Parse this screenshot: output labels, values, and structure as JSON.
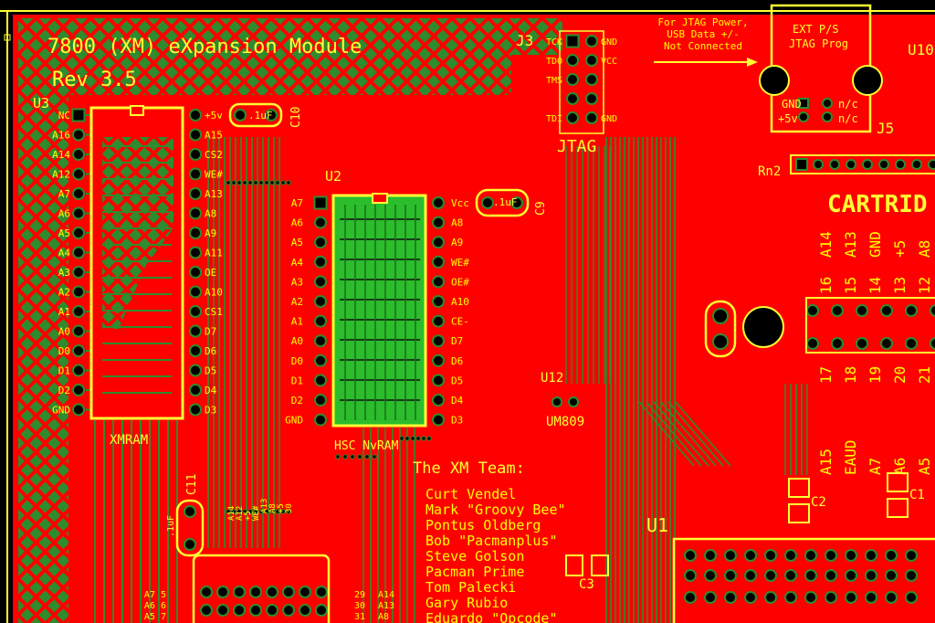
{
  "board": {
    "title": "7800 (XM) eXpansion Module",
    "revision": "Rev 3.5"
  },
  "colors": {
    "board": "#ff0000",
    "silkscreen": "#ffff00",
    "copper": "#2e8b2e",
    "pad": "#000000",
    "outline": "#ffff33"
  },
  "jtag_note": [
    "For JTAG Power,",
    "USB Data +/-",
    "Not Connected"
  ],
  "u3": {
    "ref": "U3",
    "name": "XMRAM",
    "left_pins": [
      "NC",
      "A16",
      "A14",
      "A12",
      "A7",
      "A6",
      "A5",
      "A4",
      "A3",
      "A2",
      "A1",
      "A0",
      "D0",
      "D1",
      "D2",
      "GND"
    ],
    "right_pins": [
      "+5v",
      "A15",
      "CS2",
      "WE#",
      "A13",
      "A8",
      "A9",
      "A11",
      "OE",
      "A10",
      "CS1",
      "D7",
      "D6",
      "D5",
      "D4",
      "D3"
    ]
  },
  "u2": {
    "ref": "U2",
    "name": "HSC NvRAM",
    "left_pins": [
      "A7",
      "A6",
      "A5",
      "A4",
      "A3",
      "A2",
      "A1",
      "A0",
      "D0",
      "D1",
      "D2",
      "GND"
    ],
    "right_pins": [
      "Vcc",
      "A8",
      "A9",
      "WE#",
      "OE#",
      "A10",
      "CE-",
      "D7",
      "D6",
      "D5",
      "D4",
      "D3"
    ]
  },
  "c10": {
    "ref": "C10",
    "value": ".1uF"
  },
  "c9": {
    "ref": "C9",
    "value": ".1uF"
  },
  "c11": {
    "ref": "C11",
    "value": ".1uF"
  },
  "j3": {
    "ref": "J3",
    "name": "JTAG",
    "left": [
      "TCK",
      "TDO",
      "TMS",
      "",
      "TDI"
    ],
    "right": [
      "GND",
      "VCC",
      "",
      "",
      "GND"
    ]
  },
  "j5": {
    "ref": "J5",
    "line1": "EXT P/S",
    "line2": "JTAG Prog",
    "gnd": "GND",
    "p5v": "+5v",
    "nc1": "n/c",
    "nc2": "n/c"
  },
  "u10": {
    "ref": "U10"
  },
  "rn2": {
    "ref": "Rn2"
  },
  "cartridge": {
    "title": "CARTRID",
    "row1": [
      "A14",
      "A13",
      "GND",
      "+5",
      "A8"
    ],
    "row2": [
      "16",
      "15",
      "14",
      "13",
      "12"
    ],
    "row3": [
      "17",
      "18",
      "19",
      "20",
      "21"
    ],
    "row4": [
      "A15",
      "EAUD",
      "A7",
      "A6",
      "A5"
    ]
  },
  "u12": {
    "ref": "U12",
    "name": "UM809"
  },
  "u1": {
    "ref": "U1"
  },
  "c1": {
    "ref": "C1"
  },
  "c2": {
    "ref": "C2"
  },
  "c3": {
    "ref": "C3"
  },
  "team": {
    "heading": "The XM Team:",
    "members": [
      "Curt Vendel",
      "Mark \"Groovy Bee\"",
      "Pontus Oldberg",
      "Bob \"Pacmanplus\"",
      "Steve Golson",
      "Pacman Prime",
      "Tom Palecki",
      "Gary Rubio",
      "Eduardo \"Opcode\""
    ]
  },
  "bottom_left_labels": [
    "A7 5",
    "A6 6",
    "A5 7"
  ],
  "bottom_mid_labels": [
    "29",
    "30",
    "31"
  ],
  "bottom_mid_labels2": [
    "A14",
    "A13",
    "A8"
  ],
  "small_vertical_labels": [
    "A14",
    "A12",
    "+5",
    "WE#",
    "A13",
    "A8",
    "+5",
    "30"
  ]
}
